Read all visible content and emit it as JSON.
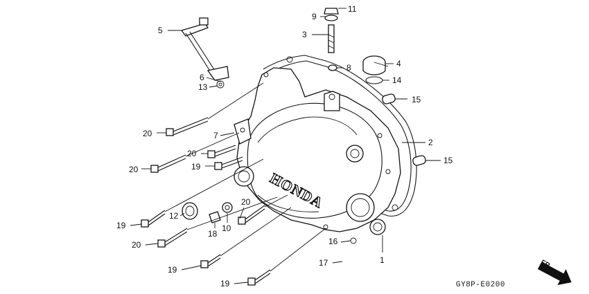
{
  "diagram": {
    "brand_text": "HONDA",
    "code": "GY8P-E0200",
    "direction_label": "FR.",
    "callouts": [
      {
        "id": "c1",
        "label": "1"
      },
      {
        "id": "c2",
        "label": "2"
      },
      {
        "id": "c3",
        "label": "3"
      },
      {
        "id": "c4",
        "label": "4"
      },
      {
        "id": "c5",
        "label": "5"
      },
      {
        "id": "c6",
        "label": "6"
      },
      {
        "id": "c7",
        "label": "7"
      },
      {
        "id": "c8",
        "label": "8"
      },
      {
        "id": "c9",
        "label": "9"
      },
      {
        "id": "c10",
        "label": "10"
      },
      {
        "id": "c11",
        "label": "11"
      },
      {
        "id": "c12",
        "label": "12"
      },
      {
        "id": "c13",
        "label": "13"
      },
      {
        "id": "c14",
        "label": "14"
      },
      {
        "id": "c15a",
        "label": "15"
      },
      {
        "id": "c15b",
        "label": "15"
      },
      {
        "id": "c16",
        "label": "16"
      },
      {
        "id": "c17",
        "label": "17"
      },
      {
        "id": "c18",
        "label": "18"
      },
      {
        "id": "c19a",
        "label": "19"
      },
      {
        "id": "c19b",
        "label": "19"
      },
      {
        "id": "c19c",
        "label": "19"
      },
      {
        "id": "c19d",
        "label": "19"
      },
      {
        "id": "c20a",
        "label": "20"
      },
      {
        "id": "c20b",
        "label": "20"
      },
      {
        "id": "c20c",
        "label": "20"
      },
      {
        "id": "c20d",
        "label": "20"
      },
      {
        "id": "c20e",
        "label": "20"
      }
    ]
  }
}
